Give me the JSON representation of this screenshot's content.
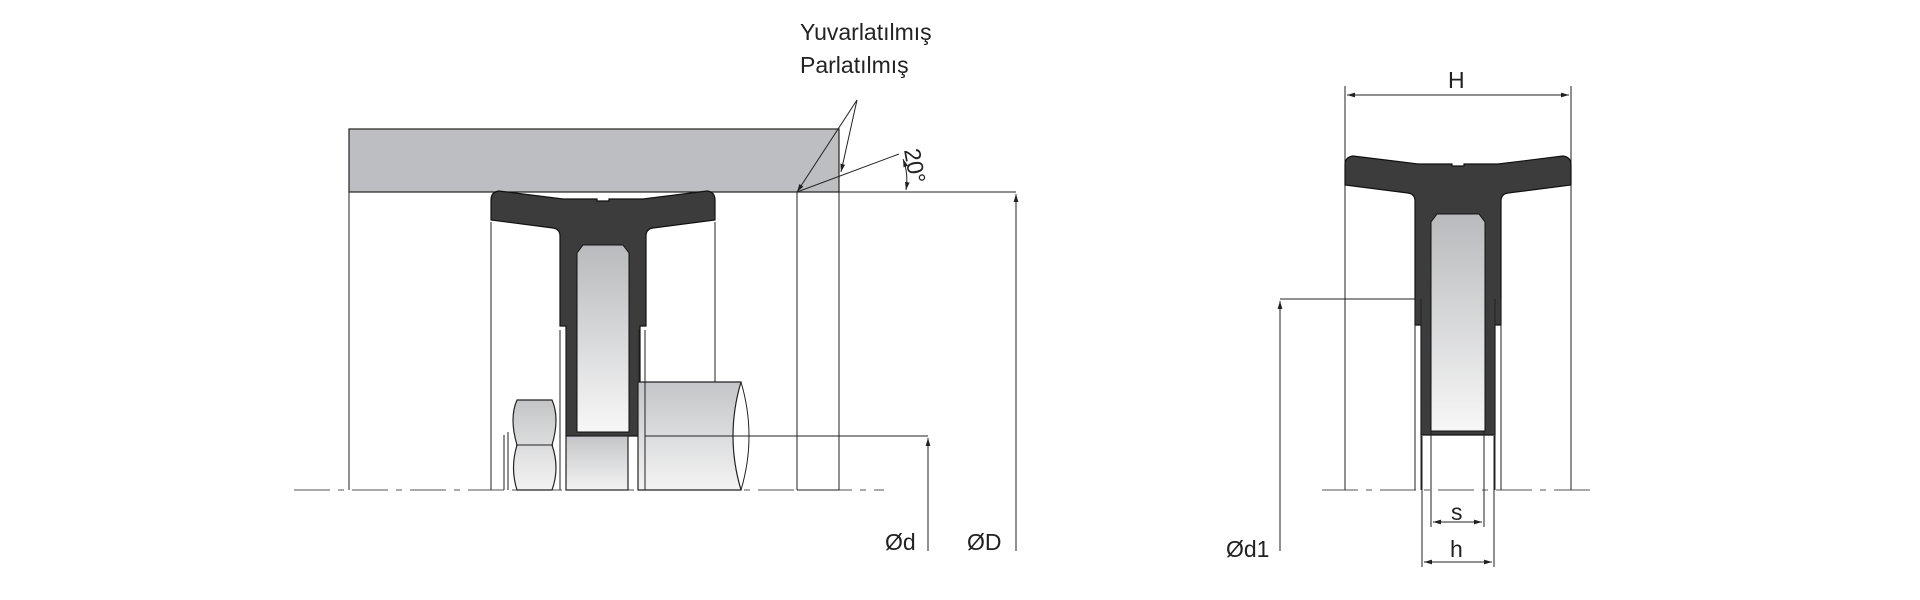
{
  "annotations": {
    "surface_line1": "Yuvarlatılmış",
    "surface_line2": "Parlatılmış",
    "angle": "20°"
  },
  "dimensions": {
    "outer_diameter": "ØD",
    "inner_diameter": "Ød",
    "seal_diameter": "Ød1",
    "height": "H",
    "s": "s",
    "h": "h"
  },
  "colors": {
    "seal": "#3c3c3c",
    "housing": "#bdbec1",
    "insert_top": "#b9babd",
    "insert_bottom": "#f7f7f7"
  }
}
